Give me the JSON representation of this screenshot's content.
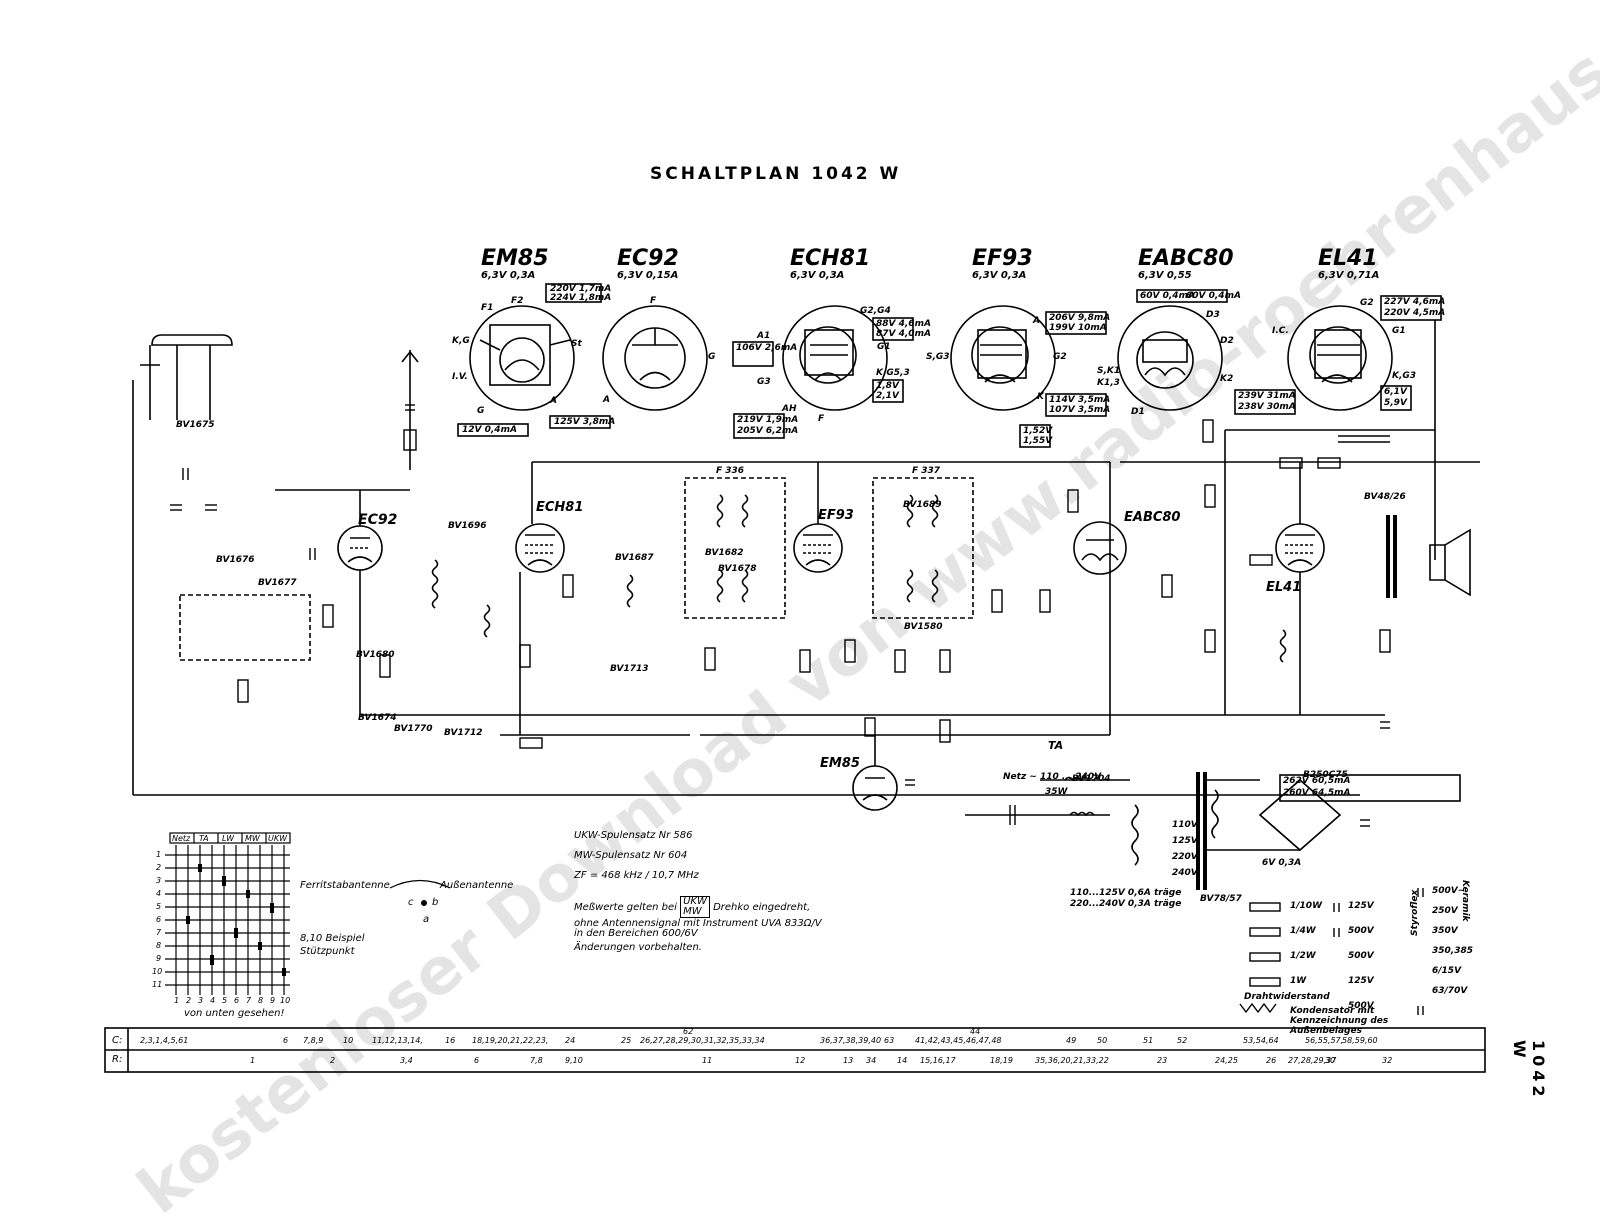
{
  "title": "SCHALTPLAN 1042 W",
  "model_side": "1042 W",
  "watermark": "kostenloser Download von www.radio-roehrenhaus.de",
  "tubes": [
    {
      "name": "EM85",
      "spec": "6,3V 0,3A"
    },
    {
      "name": "EC92",
      "spec": "6,3V 0,15A"
    },
    {
      "name": "ECH81",
      "spec": "6,3V 0,3A"
    },
    {
      "name": "EF93",
      "spec": "6,3V 0,3A"
    },
    {
      "name": "EABC80",
      "spec": "6,3V 0,55"
    },
    {
      "name": "EL41",
      "spec": "6,3V 0,71A"
    }
  ],
  "schematic_tubes": [
    "EC92",
    "ECH81",
    "EF93",
    "EABC80",
    "EL41",
    "EM85"
  ],
  "measurements": {
    "em85": [
      "220V 1,7mA",
      "224V 1,8mA",
      "12V 0,4mA"
    ],
    "ec92": [
      "125V 3,8mA"
    ],
    "ech81": [
      "106V 2,6mA",
      "88V 4,6mA",
      "87V 4,0mA",
      "1,8V",
      "2,1V",
      "219V 1,9mA",
      "205V 6,2mA"
    ],
    "ef93": [
      "206V 9,8mA",
      "199V 10mA",
      "114V 3,5mA",
      "107V 3,5mA",
      "1,52V",
      "1,55V"
    ],
    "eabc80": [
      "60V 0,4mA",
      "60V 0,4mA"
    ],
    "el41": [
      "227V 4,6mA",
      "220V 4,5mA",
      "6,1V",
      "5,9V",
      "239V 31mA",
      "238V 30mA"
    ],
    "rectifier": [
      "262V 60,5mA",
      "260V 64,5mA"
    ]
  },
  "pin_labels": [
    "F1",
    "F2",
    "K,G",
    "I.V.",
    "G",
    "St",
    "A",
    "F",
    "G",
    "A",
    "G1",
    "G2,G4",
    "K,G5,3",
    "A1",
    "G3",
    "AH",
    "F",
    "S,G3",
    "A",
    "K",
    "G2",
    "S,K1",
    "K1,3",
    "D1",
    "D2",
    "D3",
    "K2",
    "I.C.",
    "K,G3",
    "G1",
    "G2"
  ],
  "coil_sets": {
    "bands": [
      "BV1675",
      "BV1676",
      "BV1677",
      "BV1674",
      "BV1680",
      "BV1696",
      "BV1770",
      "BV1712",
      "BV1682",
      "BV1678",
      "BV1687",
      "BV1713",
      "BV1689",
      "BV1580",
      "BV1704",
      "BV48/26",
      "BV78/57"
    ],
    "filters": [
      "F 336",
      "F 337"
    ],
    "rectifier": "B250C75"
  },
  "power": {
    "mains": "Netz ~ 110 ... 240V",
    "fuse": "35W",
    "taps": [
      "110V",
      "125V",
      "220V",
      "240V"
    ],
    "lamp": "6V 0,3A",
    "fuse_note_1": "110...125V 0,6A träge",
    "fuse_note_2": "220...240V 0,3A träge",
    "ta": "TA"
  },
  "notes": {
    "ukw_coil": "UKW-Spulensatz Nr 586",
    "mw_coil": "MW-Spulensatz Nr 604",
    "zf": "ZF = 468 kHz / 10,7 MHz",
    "mess_1a": "Meßwerte gelten bei",
    "mess_1b": "UKW",
    "mess_1c": "MW",
    "mess_1d": "Drehko eingedreht,",
    "mess_2": "ohne Antennensignal mit Instrument UVA 833Ω/V",
    "mess_3": "in den Bereichen 600/6V",
    "change": "Änderungen vorbehalten."
  },
  "switch_table": {
    "headers": [
      "Netz",
      "TA",
      "LW",
      "MW",
      "UKW"
    ],
    "rows": [
      "1",
      "2",
      "3",
      "4",
      "5",
      "6",
      "7",
      "8",
      "9",
      "10",
      "11"
    ],
    "bottom_numbers": [
      "1",
      "2",
      "3",
      "4",
      "5",
      "6",
      "7",
      "8",
      "9",
      "10"
    ],
    "caption": "von unten gesehen!",
    "antenna_left": "Ferritstabantenne",
    "antenna_right": "Außenantenne",
    "switch_pos": [
      "c",
      "a",
      "b"
    ],
    "example": "8,10 Beispiel",
    "support": "Stützpunkt"
  },
  "legend": {
    "resistors": [
      "1/10W",
      "1/4W",
      "1/2W",
      "1W",
      "Drahtwiderstand"
    ],
    "caps_left": [
      "125V",
      "500V",
      "500V",
      "125V",
      "500V"
    ],
    "caps_right": [
      "500V~",
      "250V",
      "350V",
      "350,385",
      "6/15V",
      "63/70V"
    ],
    "keramik": "Keramik",
    "styroflex": "Styroflex",
    "kondensator": "Kondensator mit Kennzeichnung des Außenbelages"
  },
  "parts_table": {
    "c_label": "C:",
    "r_label": "R:",
    "c_values": [
      "2,3,1,4,5,61",
      "6",
      "7,8,9",
      "10",
      "11,12,13,14,",
      "16",
      "18,19,20,21,22,23,",
      "24",
      "25",
      "26,27,28,29,30,31,32,35,33,34",
      "36,37,38,39,40",
      "63",
      "41,42,43,45,46,47,48",
      "49",
      "50",
      "51",
      "52",
      "53,54,64",
      "56,55,57,",
      "58,59,60"
    ],
    "c_top": [
      "62",
      "44"
    ],
    "r_values": [
      "1",
      "2",
      "3,4",
      "6",
      "7,8",
      "9,10",
      "11",
      "12",
      "13",
      "34",
      "14",
      "15,16,17",
      "18,19",
      "35,36,20,21,33,22",
      "23",
      "24,25",
      "26",
      "27,28,29,37",
      "30",
      "32"
    ]
  }
}
